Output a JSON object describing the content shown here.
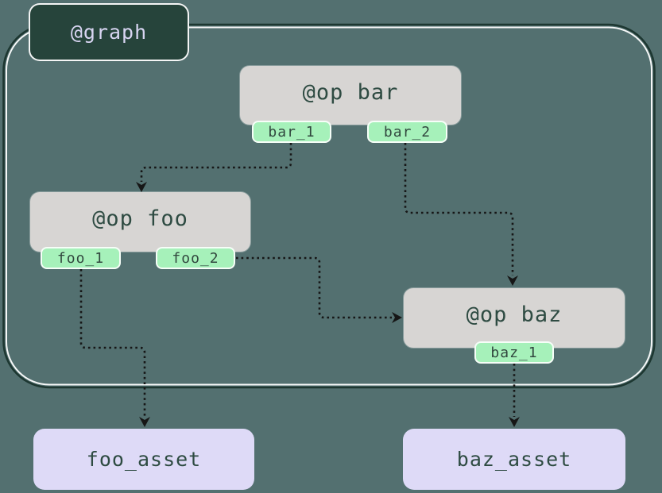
{
  "diagram": {
    "graph_label": "@graph",
    "ops": [
      {
        "id": "bar",
        "label": "@op bar",
        "outputs": [
          "bar_1",
          "bar_2"
        ]
      },
      {
        "id": "foo",
        "label": "@op foo",
        "outputs": [
          "foo_1",
          "foo_2"
        ]
      },
      {
        "id": "baz",
        "label": "@op baz",
        "outputs": [
          "baz_1"
        ]
      }
    ],
    "assets": [
      {
        "label": "foo_asset"
      },
      {
        "label": "baz_asset"
      }
    ],
    "edges": [
      {
        "from": "bar.bar_1",
        "to": "foo"
      },
      {
        "from": "bar.bar_2",
        "to": "baz"
      },
      {
        "from": "foo.foo_2",
        "to": "baz"
      },
      {
        "from": "foo.foo_1",
        "to": "foo_asset"
      },
      {
        "from": "baz.baz_1",
        "to": "baz_asset"
      }
    ],
    "colors": {
      "bg": "#537070",
      "graph_border": "#1d3731",
      "graph_label_bg": "#26443b",
      "graph_label_text": "#d8d5f2",
      "op_bg": "#d7d5d3",
      "op_text": "#2e4b42",
      "output_bg": "#a6f1ba",
      "output_text": "#31473e",
      "asset_bg": "#dedaf7",
      "asset_text": "#2e4b42",
      "edge": "#161616"
    }
  }
}
